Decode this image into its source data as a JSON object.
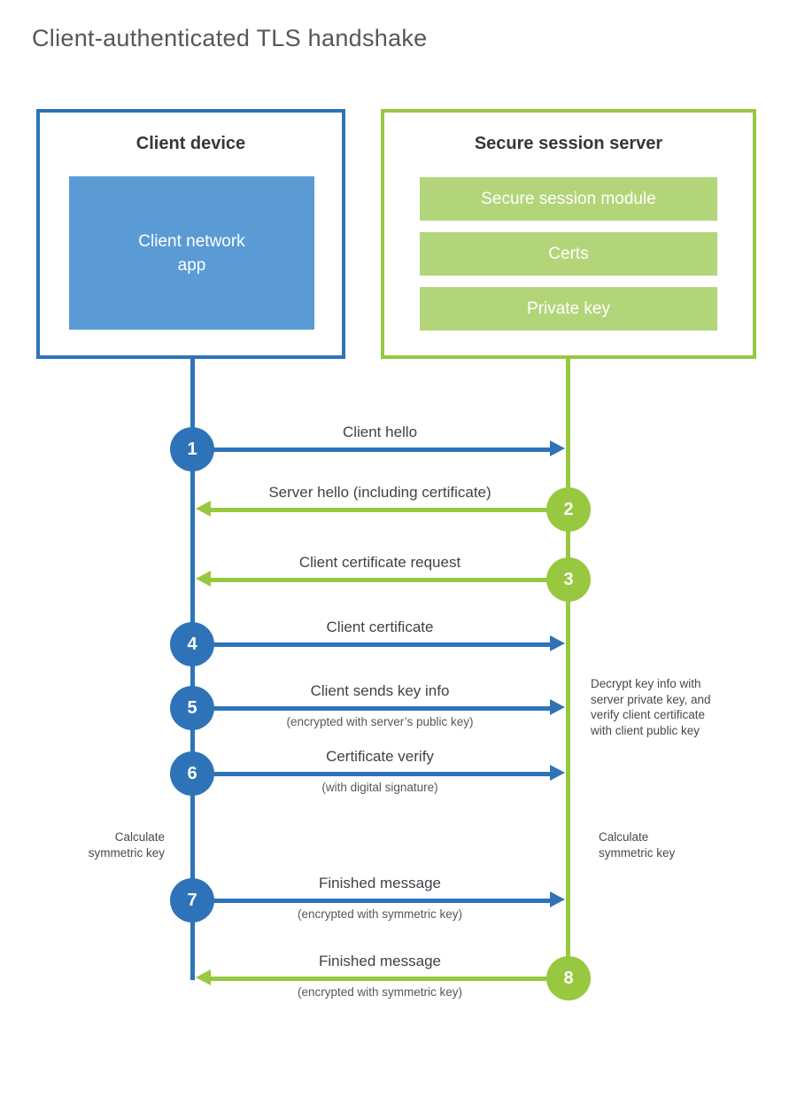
{
  "title": "Client-authenticated TLS handshake",
  "client": {
    "heading": "Client device",
    "app_label": "Client network\napp"
  },
  "server": {
    "heading": "Secure session server",
    "modules": [
      "Secure session module",
      "Certs",
      "Private key"
    ]
  },
  "messages": [
    {
      "step": "1",
      "label": "Client hello",
      "sublabel": "",
      "direction": "client-to-server"
    },
    {
      "step": "2",
      "label": "Server hello (including certificate)",
      "sublabel": "",
      "direction": "server-to-client"
    },
    {
      "step": "3",
      "label": "Client certificate request",
      "sublabel": "",
      "direction": "server-to-client"
    },
    {
      "step": "4",
      "label": "Client certificate",
      "sublabel": "",
      "direction": "client-to-server"
    },
    {
      "step": "5",
      "label": "Client sends key info",
      "sublabel": "(encrypted with server’s public key)",
      "direction": "client-to-server"
    },
    {
      "step": "6",
      "label": "Certificate verify",
      "sublabel": "(with digital signature)",
      "direction": "client-to-server"
    },
    {
      "step": "7",
      "label": "Finished message",
      "sublabel": "(encrypted with symmetric key)",
      "direction": "client-to-server"
    },
    {
      "step": "8",
      "label": "Finished message",
      "sublabel": "(encrypted with symmetric key)",
      "direction": "server-to-client"
    }
  ],
  "notes": {
    "decrypt": "Decrypt key info with\nserver private key, and\nverify client certificate\nwith client public key",
    "calc_left": "Calculate\nsymmetric key",
    "calc_right": "Calculate\nsymmetric key"
  },
  "colors": {
    "blue": "#2E73B8",
    "lightblue": "#5B9BD5",
    "green": "#97C83F",
    "lightgreen": "#B3D57A",
    "title-gray": "#55575B",
    "text-dark": "#35373D",
    "text-label": "#3F424A",
    "text-sub": "#55575C",
    "text-note": "#46484D"
  }
}
